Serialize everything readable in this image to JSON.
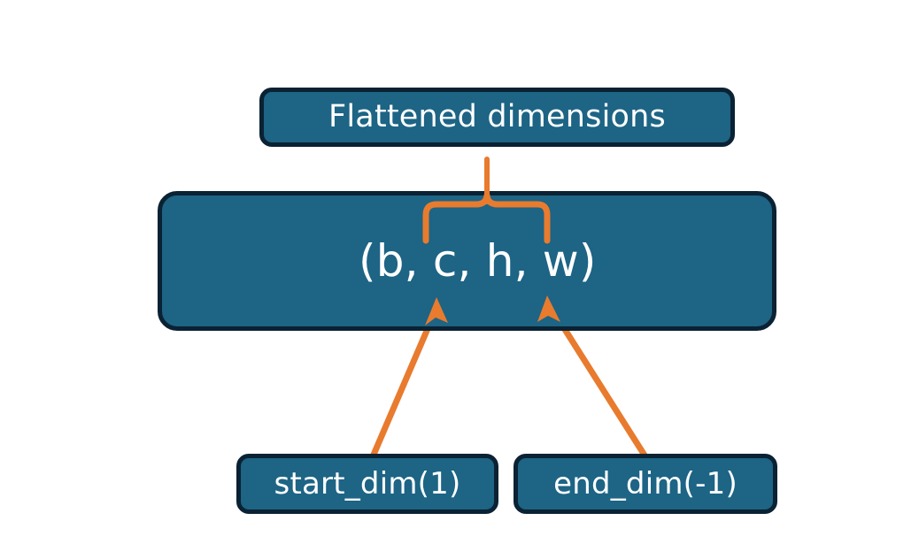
{
  "diagram": {
    "title_node": {
      "label": "Flattened dimensions"
    },
    "shape_node": {
      "label": "(b, c, h, w)"
    },
    "start_node": {
      "label": "start_dim(1)"
    },
    "end_node": {
      "label": "end_dim(-1)"
    },
    "colors": {
      "node_fill": "#1D6485",
      "node_border": "#0A2233",
      "node_text": "#FFFFFF",
      "connector": "#E87B2E",
      "background": "#FFFFFF"
    },
    "connectors": {
      "brace_icon": "curly-brace-up-icon",
      "start_arrow_icon": "arrow-up-right-icon",
      "end_arrow_icon": "arrow-up-left-icon"
    }
  }
}
